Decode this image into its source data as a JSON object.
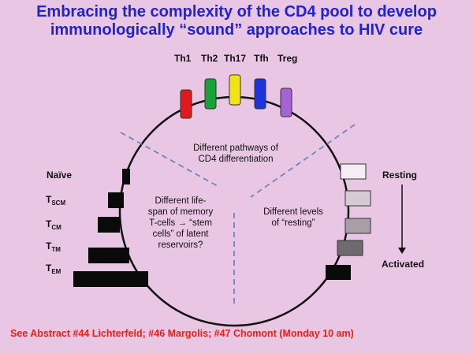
{
  "title": {
    "line1": "Embracing the complexity of the CD4 pool to develop",
    "line2": "immunologically “sound” approaches to HIV cure"
  },
  "th_subsets": [
    {
      "label": "Th1",
      "color": "#e0191f"
    },
    {
      "label": "Th2",
      "color": "#1aa23a"
    },
    {
      "label": "Th17",
      "color": "#f2e219"
    },
    {
      "label": "Tfh",
      "color": "#1d33dc"
    },
    {
      "label": "Treg",
      "color": "#a563d6"
    }
  ],
  "sections": {
    "top": {
      "line1": "Different pathways of",
      "line2": "CD4 differentiation"
    },
    "left": {
      "line1": "Different life-",
      "line2": "span of memory",
      "line3": "T-cells → “stem",
      "line4": "cells” of latent",
      "line5": "reservoirs?"
    },
    "right": {
      "line1": "Different  levels",
      "line2": "of “resting”"
    }
  },
  "memory_subsets": [
    {
      "main": "Naïve",
      "sub": ""
    },
    {
      "main": "T",
      "sub": "SCM"
    },
    {
      "main": "T",
      "sub": "CM"
    },
    {
      "main": "T",
      "sub": "TM"
    },
    {
      "main": "T",
      "sub": "EM"
    }
  ],
  "activation": {
    "top_label": "Resting",
    "bottom_label": "Activated"
  },
  "footer": "See Abstract #44 Lichterfeld; #46 Margolis; #47 Chomont (Monday 10 am)",
  "colors": {
    "background": "#e9c6e4",
    "title": "#1f22d6",
    "footer": "#e8201a"
  }
}
